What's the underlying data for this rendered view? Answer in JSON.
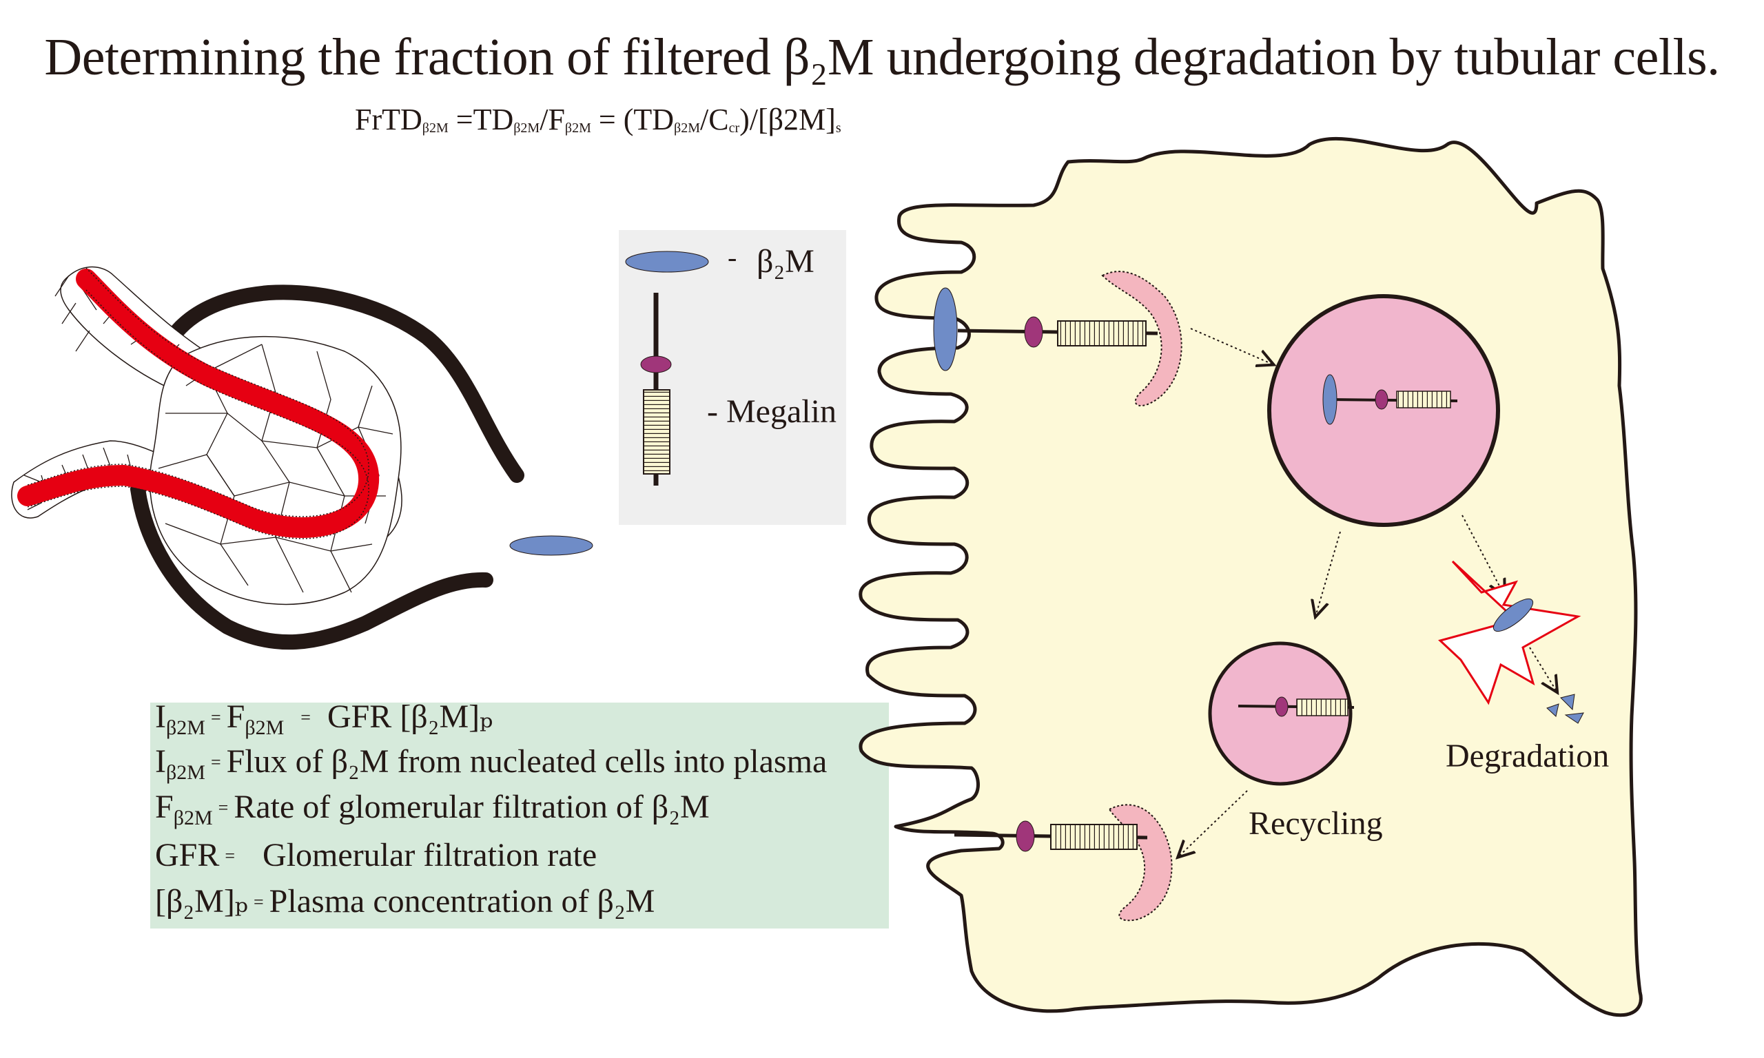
{
  "title": "Determining the fraction of filtered β₂M undergoing degradation by tubular cells.",
  "formula": {
    "lhs": "FrTD",
    "lhs_sub": "β2M",
    "eq1": "=",
    "td": "TD",
    "td_sub": "β2M",
    "slash1": "/",
    "f": "F",
    "f_sub": "β2M",
    "eq2": "=",
    "paren_open": "(TD",
    "paren_sub": "β2M",
    "c": "/C",
    "c_sub": "cr",
    "rest": ")/[β2M]",
    "rest_sub": "s"
  },
  "legend": {
    "b2m_dash": "-",
    "b2m_label": "β₂M",
    "megalin_label": "- Megalin"
  },
  "info": {
    "row1": {
      "sym": "I",
      "sub": "β2M",
      "eq": "=",
      "text_a": "F",
      "text_a_sub": "β2M",
      "eq2": "=",
      "text_b": "GFR [β₂M]ₚ"
    },
    "row2": {
      "sym": "I",
      "sub": "β2M",
      "eq": "=",
      "text": "Flux of β₂M from nucleated cells into plasma"
    },
    "row3": {
      "sym": "F",
      "sub": "β2M",
      "eq": "=",
      "text": "Rate of glomerular filtration of β₂M"
    },
    "row4": {
      "sym": "GFR",
      "eq": "=",
      "text": "Glomerular filtration rate"
    },
    "row5": {
      "sym": "[β₂M]ₚ",
      "eq": "=",
      "text": "Plasma concentration of β₂M"
    }
  },
  "cell_labels": {
    "recycling": "Recycling",
    "degradation": "Degradation"
  },
  "colors": {
    "cell_fill": "#fdf9d8",
    "endosome": "#f1b6cd",
    "pit": "#f4b6bf",
    "b2m": "#6f8cc7",
    "megalin_knob": "#a0367a",
    "tubule_red": "#e60012",
    "outline": "#231815",
    "info_bg": "#d6eadb",
    "legend_bg": "#efefef"
  }
}
